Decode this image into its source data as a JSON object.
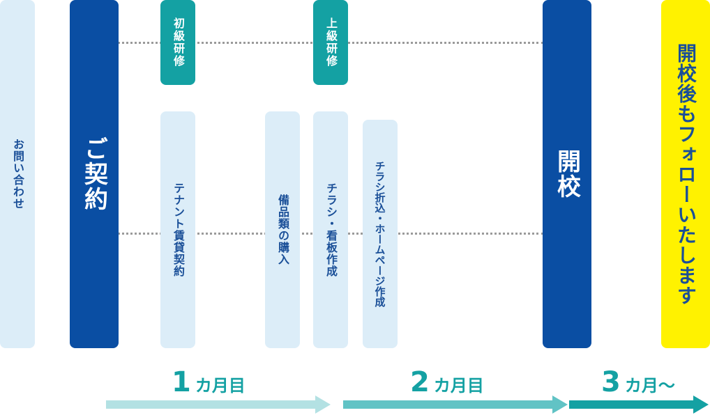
{
  "connectors": [
    "dotted-top",
    "dotted-bottom"
  ],
  "steps": {
    "inquiry": "お問い合わせ",
    "contract": "ご契約",
    "beginner_training": "初級研修",
    "advanced_training": "上級研修",
    "tenant_lease": "テナント賃貸契約",
    "equipment_purchase": "備品類の購入",
    "flyer_signboard": "チラシ・看板作成",
    "flyer_homepage": "チラシ折込・ホームページ作成",
    "opening": "開校",
    "after_support": "開校後もフォローいたします"
  },
  "timeline": [
    {
      "num": "1",
      "unit": "カ月目",
      "color": "#b3e1e3"
    },
    {
      "num": "2",
      "unit": "カ月目",
      "color": "#61c3c5"
    },
    {
      "num": "3",
      "unit": "カ月〜",
      "color": "#14a1a3"
    }
  ],
  "colors": {
    "navy": "#0a4ea3",
    "teal": "#14a1a3",
    "light_blue": "#dcedf8",
    "yellow": "#fff200",
    "text_blue": "#1a4f98"
  }
}
